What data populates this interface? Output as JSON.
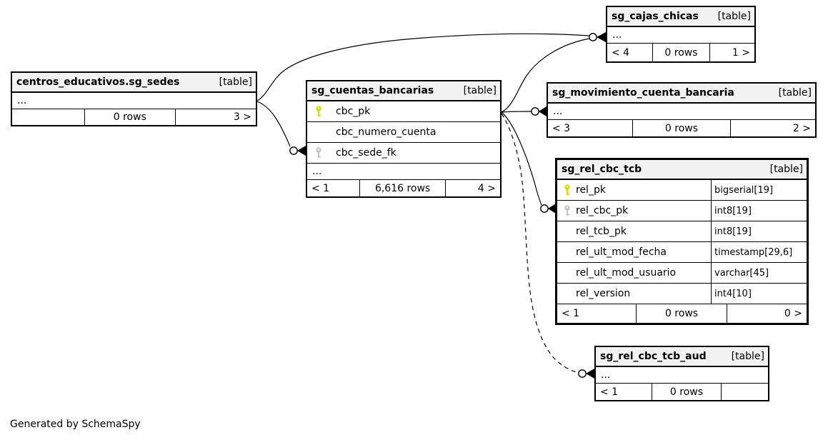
{
  "page": {
    "credit": "Generated by SchemaSpy"
  },
  "colors": {
    "primary_key": "#d3d800",
    "foreign_key": "#c6c6c6",
    "header_bg": "#f2f2f2",
    "border": "#000000",
    "edge": "#000000"
  },
  "tables": [
    {
      "name": "centros_educativos.sg_sedes",
      "tag": "[table]",
      "rows": [
        {
          "name": "..."
        }
      ],
      "footer": {
        "left": "",
        "center": "0 rows",
        "right": "3 >"
      }
    },
    {
      "name": "sg_cuentas_bancarias",
      "tag": "[table]",
      "rows": [
        {
          "name": "cbc_pk",
          "key": "primary"
        },
        {
          "name": "cbc_numero_cuenta"
        },
        {
          "name": "cbc_sede_fk",
          "key": "foreign"
        },
        {
          "name": "..."
        }
      ],
      "footer": {
        "left": "< 1",
        "center": "6,616 rows",
        "right": "4 >"
      }
    },
    {
      "name": "sg_cajas_chicas",
      "tag": "[table]",
      "rows": [
        {
          "name": "..."
        }
      ],
      "footer": {
        "left": "< 4",
        "center": "0 rows",
        "right": "1 >"
      }
    },
    {
      "name": "sg_movimiento_cuenta_bancaria",
      "tag": "[table]",
      "rows": [
        {
          "name": "..."
        }
      ],
      "footer": {
        "left": "< 3",
        "center": "0 rows",
        "right": "2 >"
      }
    },
    {
      "name": "sg_rel_cbc_tcb",
      "tag": "[table]",
      "rows": [
        {
          "name": "rel_pk",
          "type": "bigserial[19]",
          "key": "primary"
        },
        {
          "name": "rel_cbc_pk",
          "type": "int8[19]",
          "key": "foreign"
        },
        {
          "name": "rel_tcb_pk",
          "type": "int8[19]"
        },
        {
          "name": "rel_ult_mod_fecha",
          "type": "timestamp[29,6]"
        },
        {
          "name": "rel_ult_mod_usuario",
          "type": "varchar[45]"
        },
        {
          "name": "rel_version",
          "type": "int4[10]"
        }
      ],
      "footer": {
        "left": "< 1",
        "center": "0 rows",
        "right": "0 >"
      }
    },
    {
      "name": "sg_rel_cbc_tcb_aud",
      "tag": "[table]",
      "rows": [
        {
          "name": "..."
        }
      ],
      "footer": {
        "left": "< 1",
        "center": "0 rows",
        "right": ""
      }
    }
  ],
  "edges": [
    {
      "from": "centros_educativos.sg_sedes",
      "to": "sg_cuentas_bancarias.cbc_sede_fk",
      "style": "solid"
    },
    {
      "from": "centros_educativos.sg_sedes",
      "to": "sg_cajas_chicas",
      "style": "solid"
    },
    {
      "from": "sg_cuentas_bancarias.cbc_pk",
      "to": "sg_cajas_chicas",
      "style": "solid"
    },
    {
      "from": "sg_cuentas_bancarias.cbc_pk",
      "to": "sg_movimiento_cuenta_bancaria",
      "style": "solid"
    },
    {
      "from": "sg_cuentas_bancarias.cbc_pk",
      "to": "sg_rel_cbc_tcb.rel_cbc_pk",
      "style": "solid"
    },
    {
      "from": "sg_cuentas_bancarias.cbc_pk",
      "to": "sg_rel_cbc_tcb_aud",
      "style": "dashed"
    }
  ]
}
